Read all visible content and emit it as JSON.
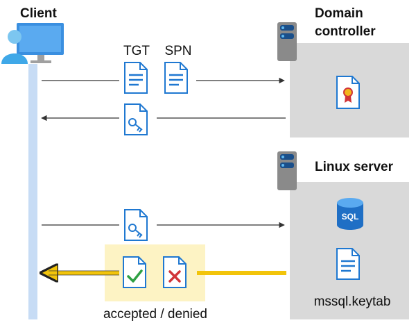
{
  "client": {
    "label": "Client"
  },
  "domain_controller": {
    "label_line1": "Domain",
    "label_line2": "controller"
  },
  "linux_server": {
    "label": "Linux server",
    "keytab_label": "mssql.keytab",
    "sql_label": "SQL"
  },
  "request": {
    "tgt_label": "TGT",
    "spn_label": "SPN"
  },
  "result": {
    "label": "accepted / denied"
  },
  "colors": {
    "lifeline": "#c7dcf5",
    "server_box": "#d9d9d9",
    "highlight": "#fdf3c4",
    "arrow_yellow": "#f2c40a",
    "doc_blue": "#1f78d1",
    "check_green": "#2ea043",
    "cross_red": "#d13438"
  }
}
